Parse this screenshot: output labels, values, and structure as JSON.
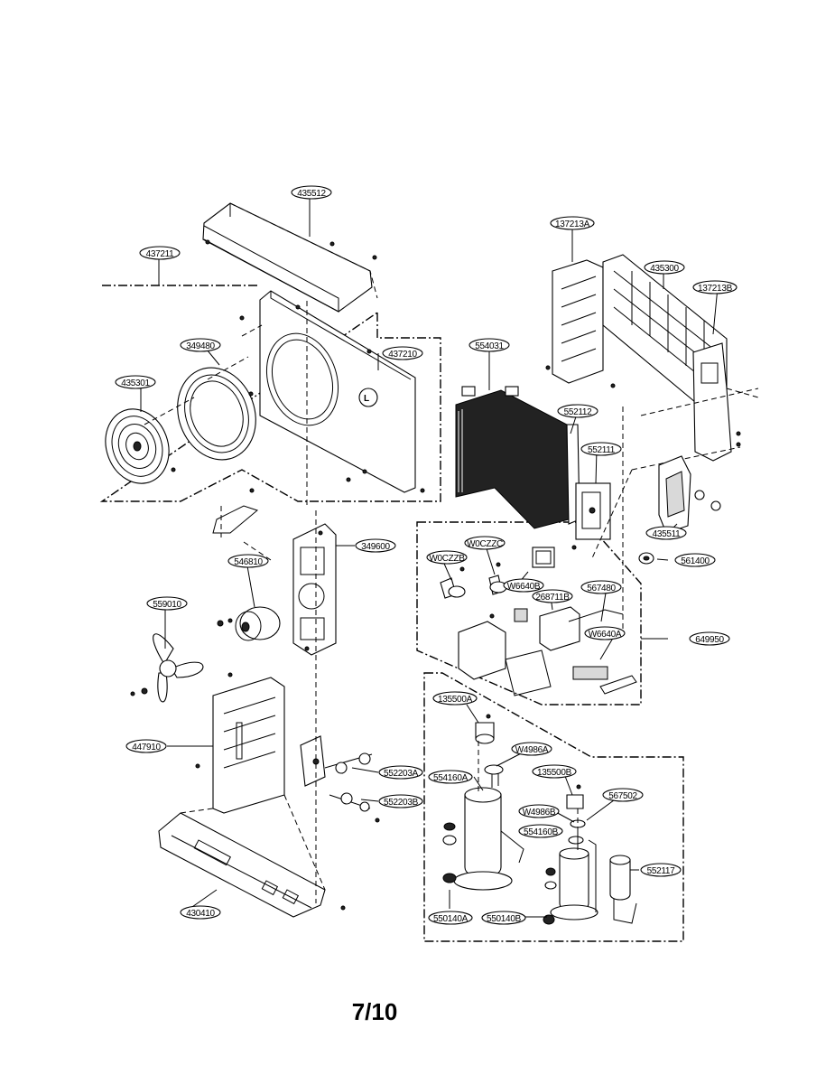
{
  "page": {
    "number": "7/10"
  },
  "callouts": {
    "c435512": "435512",
    "c437211": "437211",
    "c349480": "349480",
    "c437210": "437210",
    "c435301": "435301",
    "c137213A": "137213A",
    "c435300": "435300",
    "c137213B": "137213B",
    "c554031": "554031",
    "c552112": "552112",
    "c552111": "552111",
    "c435511": "435511",
    "c561400": "561400",
    "c349600": "349600",
    "c546810": "546810",
    "c559010": "559010",
    "cW0CZZB": "W0CZZB",
    "cW0CZZC": "W0CZZC",
    "cW6640B": "W6640B",
    "c268711B": "268711B",
    "c567480": "567480",
    "cW6640A": "W6640A",
    "c649950": "649950",
    "c447910": "447910",
    "c552203A": "552203A",
    "c552203B": "552203B",
    "c430410": "430410",
    "c135500A": "135500A",
    "cW4986A": "W4986A",
    "c554160A": "554160A",
    "c135500B": "135500B",
    "c567502": "567502",
    "cW4986B": "W4986B",
    "c554160B": "554160B",
    "c552117": "552117",
    "c550140A": "550140A",
    "c550140B": "550140B"
  },
  "colors": {
    "ink": "#000000",
    "paper": "#ffffff",
    "coil": "#222222"
  }
}
